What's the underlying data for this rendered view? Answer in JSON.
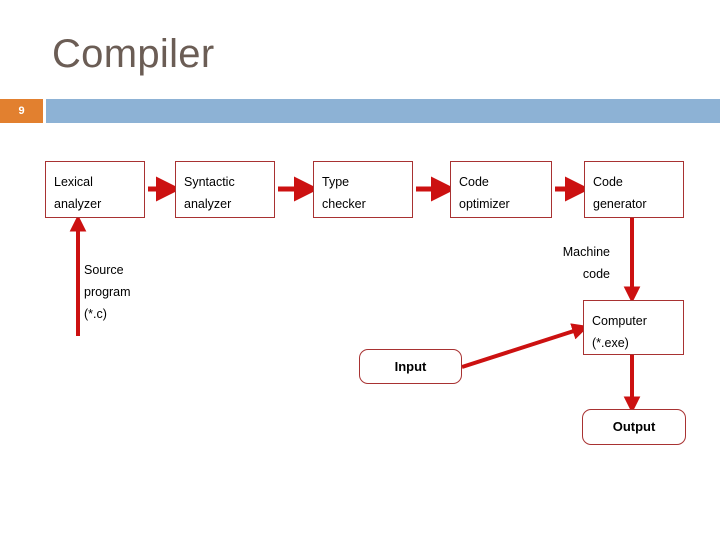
{
  "slide": {
    "title": "Compiler",
    "page_number": "9",
    "badge_color": "#e2802f",
    "bar_color": "#8db2d5",
    "title_color": "#6b5d55",
    "arrow_color": "#cc1111",
    "box_border_color": "#a83232"
  },
  "pipeline": [
    {
      "label": "Lexical\nanalyzer"
    },
    {
      "label": "Syntactic\nanalyzer"
    },
    {
      "label": "Type\nchecker"
    },
    {
      "label": "Code\noptimizer"
    },
    {
      "label": "Code\ngenerator"
    }
  ],
  "labels": {
    "source_program": "Source\nprogram\n(*.c)",
    "machine_code": "Machine\ncode"
  },
  "nodes": {
    "computer": "Computer\n(*.exe)",
    "input": "Input",
    "output": "Output"
  }
}
